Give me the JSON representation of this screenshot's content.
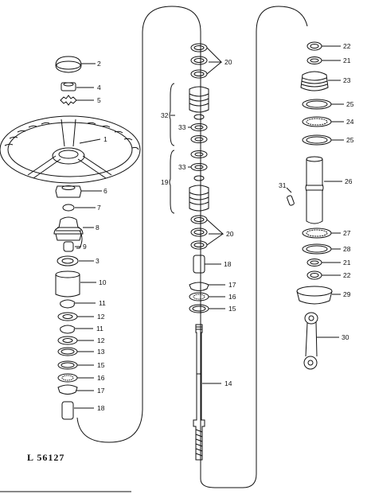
{
  "drawing_ref": "L 56127",
  "callouts": [
    {
      "id": "c2",
      "text": "2"
    },
    {
      "id": "c4",
      "text": "4"
    },
    {
      "id": "c5",
      "text": "5"
    },
    {
      "id": "c1",
      "text": "1"
    },
    {
      "id": "c6",
      "text": "6"
    },
    {
      "id": "c7",
      "text": "7"
    },
    {
      "id": "c8",
      "text": "8"
    },
    {
      "id": "c9",
      "text": "9"
    },
    {
      "id": "c3",
      "text": "3"
    },
    {
      "id": "c10",
      "text": "10"
    },
    {
      "id": "c11a",
      "text": "11"
    },
    {
      "id": "c12a",
      "text": "12"
    },
    {
      "id": "c11b",
      "text": "11"
    },
    {
      "id": "c12b",
      "text": "12"
    },
    {
      "id": "c13",
      "text": "13"
    },
    {
      "id": "c15a",
      "text": "15"
    },
    {
      "id": "c16a",
      "text": "16"
    },
    {
      "id": "c17a",
      "text": "17"
    },
    {
      "id": "c18a",
      "text": "18"
    },
    {
      "id": "c20a",
      "text": "20"
    },
    {
      "id": "c32",
      "text": "32"
    },
    {
      "id": "c33a",
      "text": "33"
    },
    {
      "id": "c33b",
      "text": "33"
    },
    {
      "id": "c19",
      "text": "19"
    },
    {
      "id": "c20b",
      "text": "20"
    },
    {
      "id": "c18b",
      "text": "18"
    },
    {
      "id": "c17b",
      "text": "17"
    },
    {
      "id": "c16b",
      "text": "16"
    },
    {
      "id": "c15b",
      "text": "15"
    },
    {
      "id": "c14",
      "text": "14"
    },
    {
      "id": "c22a",
      "text": "22"
    },
    {
      "id": "c21a",
      "text": "21"
    },
    {
      "id": "c23",
      "text": "23"
    },
    {
      "id": "c25a",
      "text": "25"
    },
    {
      "id": "c24",
      "text": "24"
    },
    {
      "id": "c25b",
      "text": "25"
    },
    {
      "id": "c26",
      "text": "26"
    },
    {
      "id": "c31",
      "text": "31"
    },
    {
      "id": "c27",
      "text": "27"
    },
    {
      "id": "c28",
      "text": "28"
    },
    {
      "id": "c21b",
      "text": "21"
    },
    {
      "id": "c22b",
      "text": "22"
    },
    {
      "id": "c29",
      "text": "29"
    },
    {
      "id": "c30",
      "text": "30"
    }
  ]
}
